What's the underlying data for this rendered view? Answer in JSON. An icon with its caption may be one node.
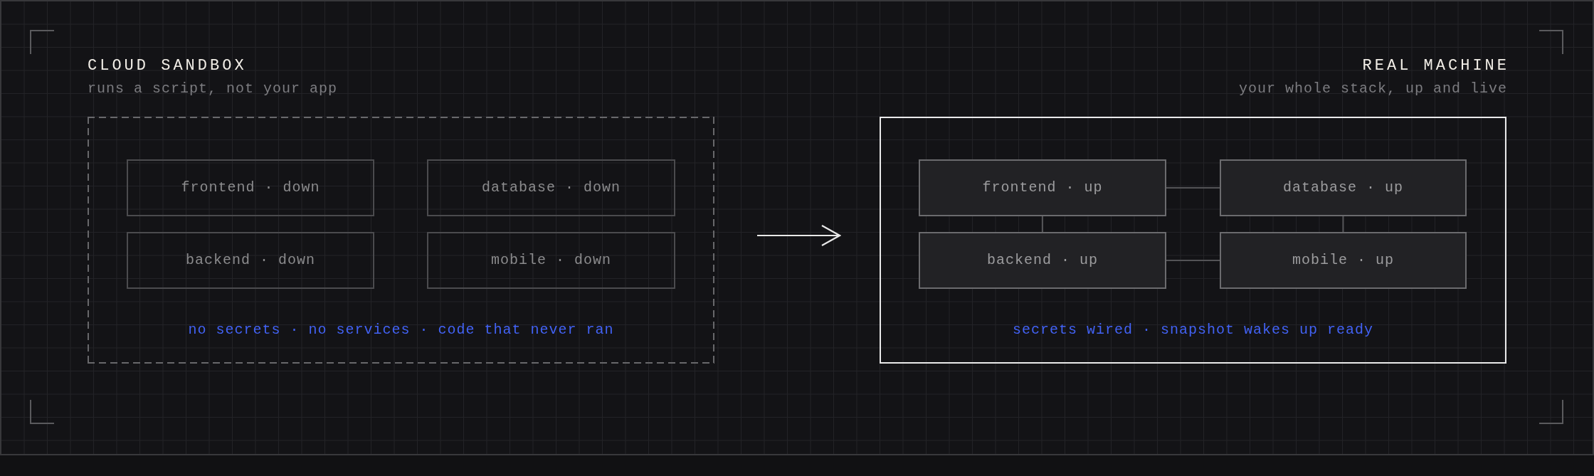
{
  "diagram": {
    "nodes": [
      {
        "text": [
          "CLOUD SANDBOX",
          "runs a script, not your app",
          "no secrets · no services · code that never ran"
        ]
      },
      {
        "text": [
          "frontend · down"
        ],
        "in": 0
      },
      {
        "text": [
          "database · down"
        ],
        "in": 0
      },
      {
        "text": [
          "backend · down"
        ],
        "in": 0
      },
      {
        "text": [
          "mobile · down"
        ],
        "in": 0
      },
      {
        "text": [
          "REAL MACHINE",
          "your whole stack, up and live",
          "secrets wired · snapshot wakes up ready"
        ]
      },
      {
        "text": [
          "frontend · up"
        ],
        "in": 5
      },
      {
        "text": [
          "database · up"
        ],
        "in": 5
      },
      {
        "text": [
          "backend · up"
        ],
        "in": 5
      },
      {
        "text": [
          "mobile · up"
        ],
        "in": 5
      }
    ],
    "edges": [
      {
        "from": 0,
        "to": 5,
        "arrow": "to",
        "color": "#e8e8e8"
      },
      {
        "from": 6,
        "to": 7,
        "arrow": "none"
      },
      {
        "from": 6,
        "to": 8,
        "arrow": "none"
      },
      {
        "from": 7,
        "to": 9,
        "arrow": "none"
      },
      {
        "from": 8,
        "to": 9,
        "arrow": "none"
      }
    ]
  }
}
